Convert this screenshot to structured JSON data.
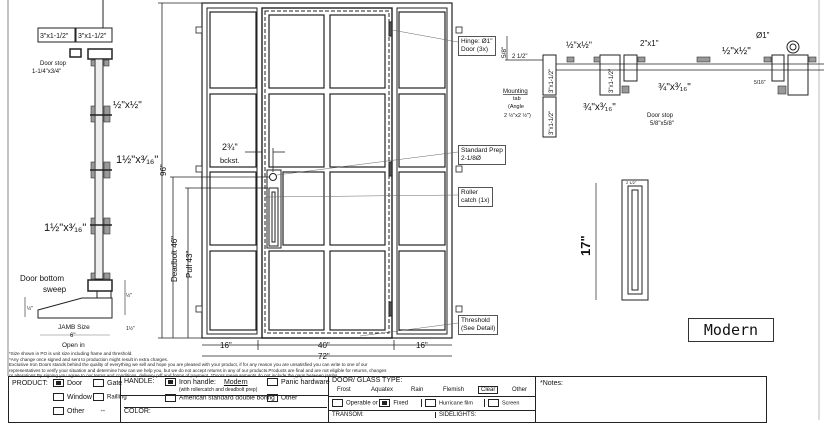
{
  "left_detail": {
    "tube_top_left": "3\"x1-1/2\"",
    "tube_top_right": "3\"x1-1/2\"",
    "door_stop_label": "Door stop",
    "door_stop_size": "1-1/4\"x3/4\"",
    "bar_1": "½\"x½\"",
    "bar_2": "1½\"x³⁄₁₆\"",
    "bar_3": "1½\"x³⁄₁₆\"",
    "sweep_label_1": "Door bottom",
    "sweep_label_2": "sweep",
    "half_inch_1": "½\"",
    "half_inch_2": "½\"",
    "half_inch_3": "1½\"",
    "jamb_label": "JAMB Size",
    "jamb_size": "6\"",
    "open_in": "Open in"
  },
  "elevation": {
    "height": "96\"",
    "deadbolt": "Deadbolt 46\"",
    "pull": "Pull 43\"",
    "backset": "2¾\"",
    "backset_label": "bckst.",
    "width_left": "16\"",
    "width_door": "40\"",
    "width_right": "16\"",
    "width_total": "72\"",
    "callouts": {
      "hinge_1": "Hinge: Ø1\"",
      "hinge_2": "Door (3x)",
      "prep_1": "Standard Prep",
      "prep_2": "2-1/8Ø",
      "roller_1": "Roller",
      "roller_2": "catch (1x)",
      "threshold_1": "Threshold",
      "threshold_2": "(See Detail)"
    }
  },
  "top_detail": {
    "five_eighths": "5/8\"",
    "two_half": "2 1/2\"",
    "mount_1": "Mounting",
    "mount_2": "tab",
    "mount_3": "(Angle",
    "mount_4": "2 ½\"x2 ½\")",
    "tube_a": "3\"x1-1/2\"",
    "tube_b": "3\"x1-1/2\"",
    "tube_c": "3\"x1-1/2\"",
    "bar_a": "½\"x½\"",
    "bar_b": "¾\"x³⁄₁₆\"",
    "bar_c": "2\"x1\"",
    "bar_d": "¾\"x³⁄₁₆\"",
    "bar_e": "½\"x½\"",
    "stop_1": "Door stop",
    "stop_2": "5/8\"x5/8\"",
    "pin": "Ø1\"",
    "gap": "5/16\""
  },
  "handle_detail": {
    "length": "17\"",
    "top_dim": "2 1/2\"",
    "style": "Modern"
  },
  "notes": [
    "*Size shown in PO is unit size including frame and threshold.",
    "*Any change once signed and sent to production might result in extra charges.",
    "Exclusive Iron Doors stands behind the quality of everything we sell and hope you are pleased with your product, if for any reason you are unsatisfied you can write to one of our",
    "representatives to verify your situation and determine how can we help you, but we do not accept returns in any of our products.Products are final and are not eligible for returns, changes",
    "or alterations.By signing you agree to our terms and conditions, delivery pdf and forms of payment. *Doors measurements do not include the gaps between jambs"
  ],
  "form": {
    "product_label": "PRODUCT:",
    "product_door": "Door",
    "product_gate": "Gate",
    "product_window": "Window",
    "product_railing": "Railling",
    "product_other": "Other",
    "product_other_value": "--",
    "handle_label": "HANDLE:",
    "handle_iron": "Iron handle:",
    "handle_iron_value": "Modern",
    "handle_iron_note": "(with rollercatch and deadbolt prep)",
    "handle_american": "American standard double boring",
    "handle_panic": "Panic hardware",
    "handle_other": "Other",
    "color_label": "COLOR:",
    "glass_label": "DOOR/ GLASS TYPE:",
    "glass_options": [
      "Frost",
      "Aquatex",
      "Rain",
      "Flemish",
      "Clear",
      "Other"
    ],
    "glass_selected": "Clear",
    "operable": "Operable",
    "or": "or",
    "fixed": "Fixed",
    "hurricane": "Hurricane film",
    "screen": "Screen",
    "transom": "TRANSOM:",
    "sidelights": "SIDELIGHTS:",
    "notes_label": "*Notes:"
  }
}
